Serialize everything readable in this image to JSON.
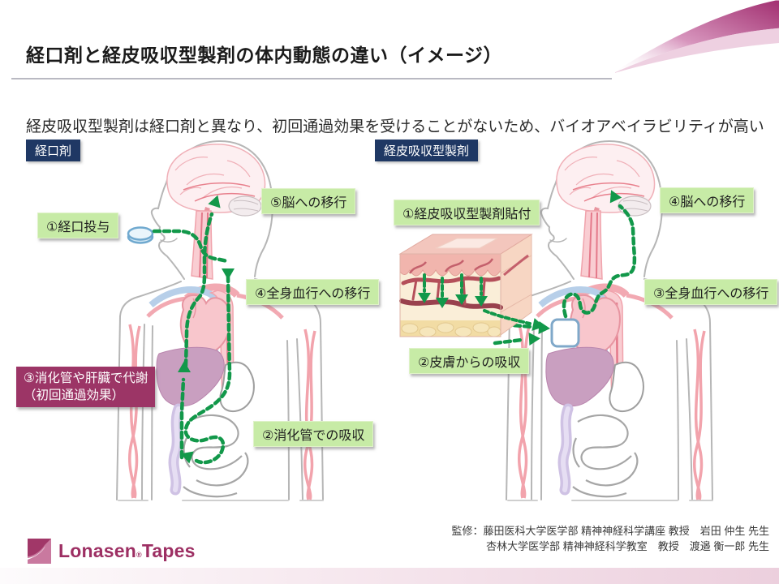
{
  "slide": {
    "title": "経口剤と経皮吸収型製剤の体内動態の違い（イメージ）",
    "subtitle": "経皮吸収型製剤は経口剤と異なり、初回通過効果を受けることがないため、バイオアベイラビリティが高い"
  },
  "left_figure": {
    "header": "経口剤",
    "step1": "①経口投与",
    "step2": "②消化管での吸収",
    "step3_line1": "③消化管や肝臓で代謝",
    "step3_line2": "（初回通過効果）",
    "step4": "④全身血行への移行",
    "step5": "⑤脳への移行"
  },
  "right_figure": {
    "header": "経皮吸収型製剤",
    "step1": "①経皮吸収型製剤貼付",
    "step2": "②皮膚からの吸収",
    "step3": "③全身血行への移行",
    "step4": "④脳への移行"
  },
  "footer": {
    "supervision_line1": "監修：藤田医科大学医学部 精神神経科学講座 教授　岩田 仲生 先生",
    "supervision_line2": "杏林大学医学部 精神神経科学教室　教授　渡邉 衡一郎 先生",
    "logo_brand": "Lonasen",
    "logo_reg": "®",
    "logo_product": "Tapes"
  },
  "icons": {
    "pill": "pill-tablet",
    "patch": "transdermal-patch",
    "skin": "skin-cross-section"
  },
  "colors": {
    "header_navy": "#1f3864",
    "label_green": "#c7eba6",
    "label_maroon": "#9c3566",
    "arrow_green": "#12984a",
    "brand_magenta": "#9d2f63"
  }
}
